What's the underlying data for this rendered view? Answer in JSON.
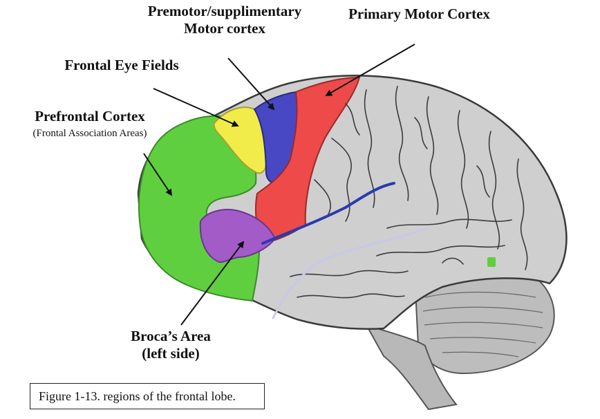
{
  "labels": {
    "premotor_line1": "Premotor/supplimentary",
    "premotor_line2": "Motor cortex",
    "primary_motor": "Primary Motor Cortex",
    "frontal_eye_fields": "Frontal Eye Fields",
    "prefrontal": "Prefrontal Cortex",
    "prefrontal_sub": "(Frontal Association Areas)",
    "broca_line1": "Broca’s Area",
    "broca_line2": "(left side)"
  },
  "caption": "Figure 1-13.  regions of the frontal lobe.",
  "colors": {
    "prefrontal": "#5fcf3f",
    "frontal_eye_fields": "#f2ec4a",
    "premotor": "#4848c4",
    "primary_motor": "#ee4a4a",
    "brocas_area": "#a35bc8",
    "cortex": "#cfcfcf",
    "cerebellum": "#bdbdbd",
    "sulcus": "#3a3a3a",
    "lateral_sulcus": "#2a3bb0",
    "arrow": "#111111"
  }
}
